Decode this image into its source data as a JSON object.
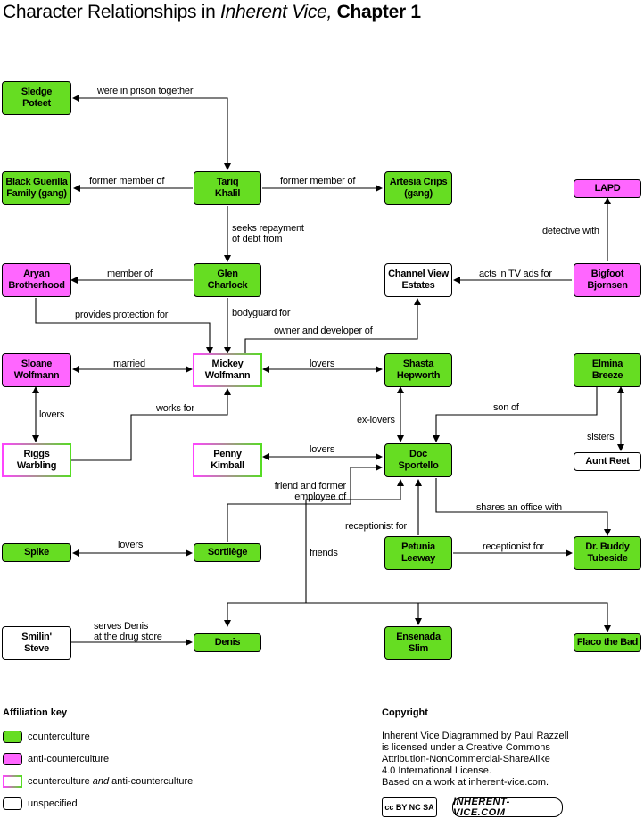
{
  "title": {
    "main": "Character Relationships in ",
    "book": "Inherent Vice,",
    "chapter": "Chapter 1"
  },
  "nodes": {
    "sledge": "Sledge\nPoteet",
    "tariq": "Tariq\nKhalil",
    "bgf": "Black Guerilla\nFamily (gang)",
    "artesia": "Artesia Crips\n(gang)",
    "lapd": "LAPD",
    "aryan": "Aryan\nBrotherhood",
    "glen": "Glen\nCharlock",
    "channel": "Channel View\nEstates",
    "bigfoot": "Bigfoot\nBjornsen",
    "sloane": "Sloane\nWolfmann",
    "mickey": "Mickey\nWolfmann",
    "shasta": "Shasta\nHepworth",
    "elmina": "Elmina\nBreeze",
    "riggs": "Riggs\nWarbling",
    "penny": "Penny\nKimball",
    "doc": "Doc\nSportello",
    "aunt": "Aunt Reet",
    "spike": "Spike",
    "sortilege": "Sortilège",
    "petunia": "Petunia\nLeeway",
    "buddy": "Dr. Buddy\nTubeside",
    "smilin": "Smilin'\nSteve",
    "denis": "Denis",
    "ensenada": "Ensenada\nSlim",
    "flaco": "Flaco the Bad"
  },
  "edges": {
    "prison": "were in prison together",
    "former1": "former member of",
    "former2": "former member of",
    "seeks": "seeks repayment\nof debt from",
    "detective": "detective with",
    "member": "member of",
    "acts": "acts in TV ads for",
    "protection": "provides protection for",
    "bodyguard": "bodyguard for",
    "owner": "owner and developer of",
    "married": "married",
    "lovers_ms": "lovers",
    "lovers_sr": "lovers",
    "works": "works for",
    "exlovers": "ex-lovers",
    "son": "son of",
    "sisters": "sisters",
    "lovers_pd": "lovers",
    "friend_emp": "friend and former\nemployee of",
    "shares": "shares an office with",
    "lovers_ss": "lovers",
    "receptionist1": "receptionist for",
    "receptionist2": "receptionist for",
    "friends": "friends",
    "serves": "serves Denis\nat the drug store"
  },
  "key": {
    "title": "Affiliation key",
    "counter": "counterculture",
    "anti": "anti-counterculture",
    "both_a": "counterculture ",
    "both_b": "and",
    "both_c": " anti-counterculture",
    "unspec": "unspecified"
  },
  "copyright": {
    "title": "Copyright",
    "text": "Inherent Vice Diagrammed by Paul Razzell\nis licensed under a Creative Commons\nAttribution-NonCommercial-ShareAlike\n4.0 International License.\nBased on a work at inherent-vice.com.",
    "cc": "cc BY NC SA",
    "site": "INHERENT-VICE.COM"
  },
  "colors": {
    "counterculture": "#66dd22",
    "anti_counterculture": "#ff66ff",
    "unspecified": "#ffffff"
  }
}
